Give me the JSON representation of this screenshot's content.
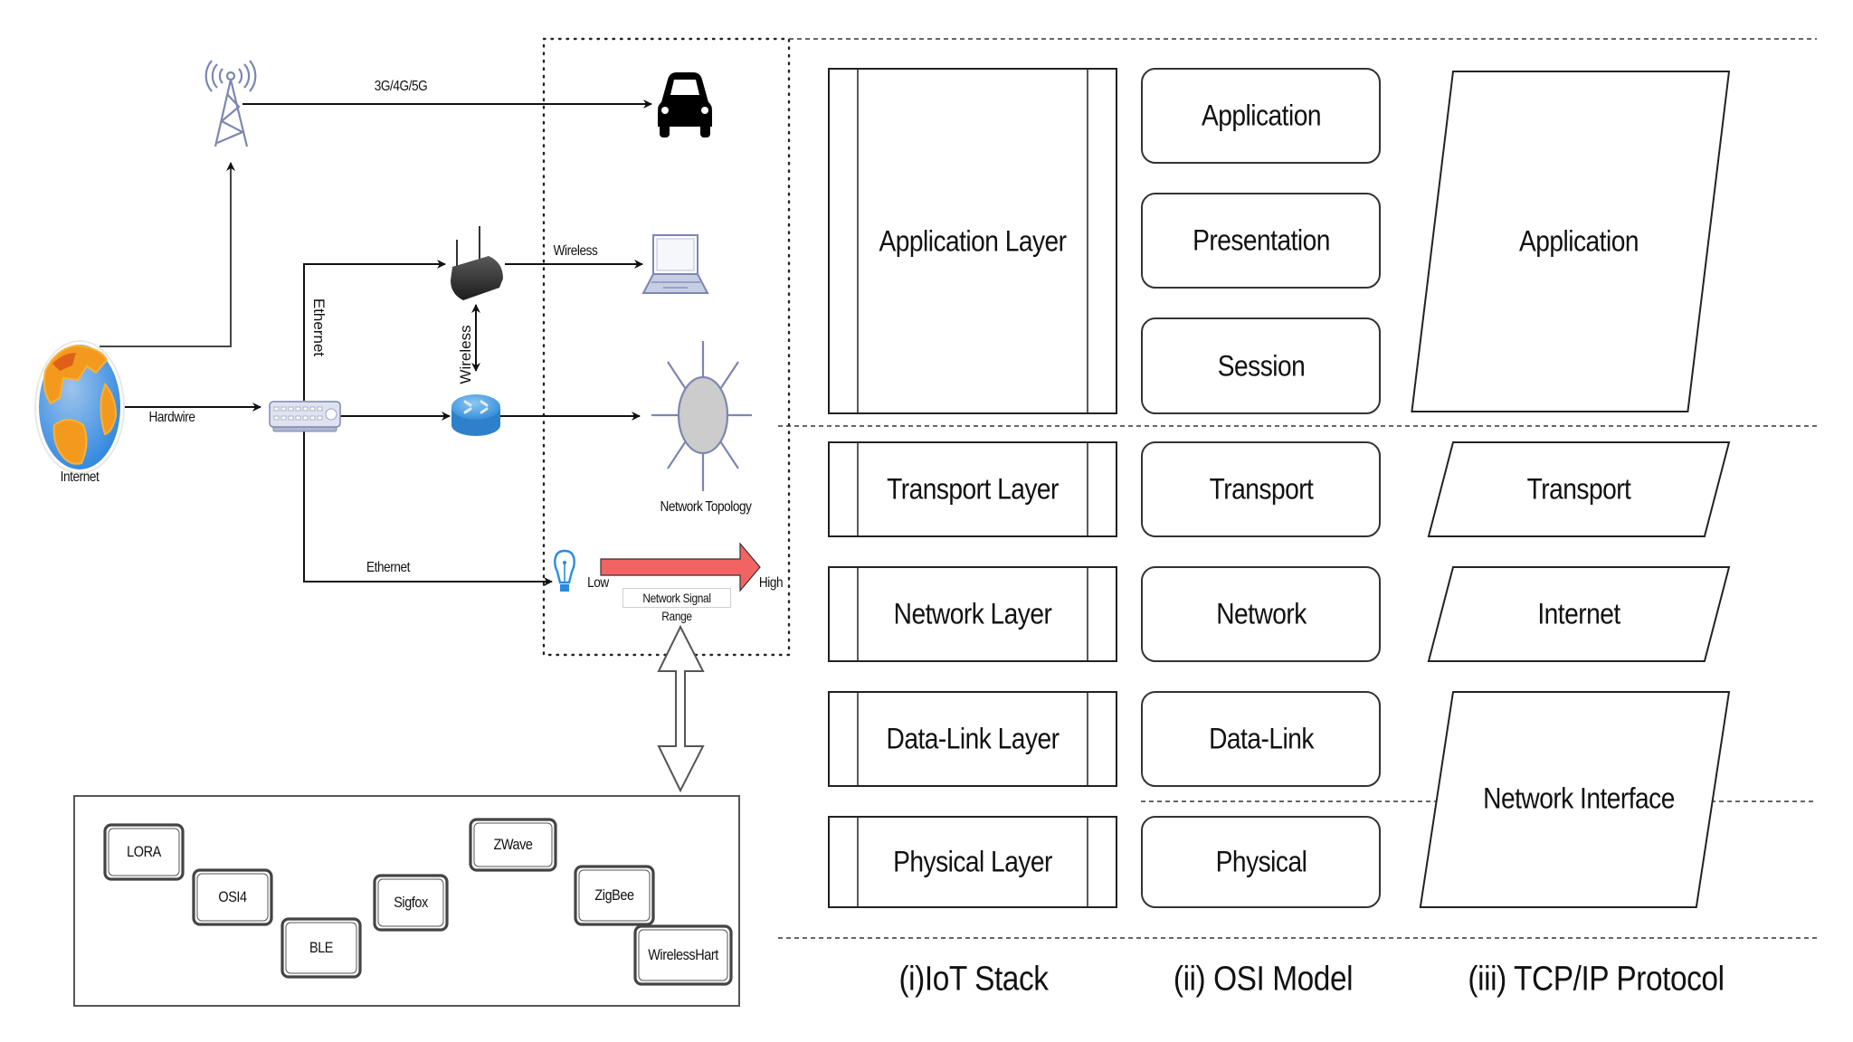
{
  "network_diagram": {
    "nodes": {
      "internet": "Internet",
      "network_topology": "Network Topology"
    },
    "links": {
      "cellular": "3G/4G/5G",
      "wireless_laptop": "Wireless",
      "ethernet_vertical": "Ethernet",
      "wireless_vertical": "Wireless",
      "hardwire": "Hardwire",
      "ethernet_bulb": "Ethernet"
    },
    "signal_range": {
      "low": "Low",
      "high": "High",
      "caption": "Network Signal Range"
    },
    "icons": [
      "cell-tower-icon",
      "car-icon",
      "wifi-router-icon",
      "laptop-icon",
      "globe-icon",
      "network-switch-icon",
      "router-icon",
      "star-topology-icon",
      "light-bulb-icon"
    ]
  },
  "protocols": [
    "LORA",
    "OSI4",
    "BLE",
    "Sigfox",
    "ZWave",
    "ZigBee",
    "WirelessHart"
  ],
  "stacks": {
    "iot": {
      "caption": "(i)IoT Stack",
      "layers": [
        "Application Layer",
        "Transport Layer",
        "Network Layer",
        "Data-Link Layer",
        "Physical Layer"
      ]
    },
    "osi": {
      "caption": "(ii) OSI Model",
      "layers": [
        "Application",
        "Presentation",
        "Session",
        "Transport",
        "Network",
        "Data-Link",
        "Physical"
      ]
    },
    "tcpip": {
      "caption": "(iii) TCP/IP Protocol",
      "layers": [
        "Application",
        "Transport",
        "Internet",
        "Network Interface"
      ]
    }
  },
  "colors": {
    "signal_arrow": "#f26464",
    "icon_outline": "#7c87b0",
    "topology_fill": "#cccccc",
    "bulb": "#2a8be0"
  }
}
